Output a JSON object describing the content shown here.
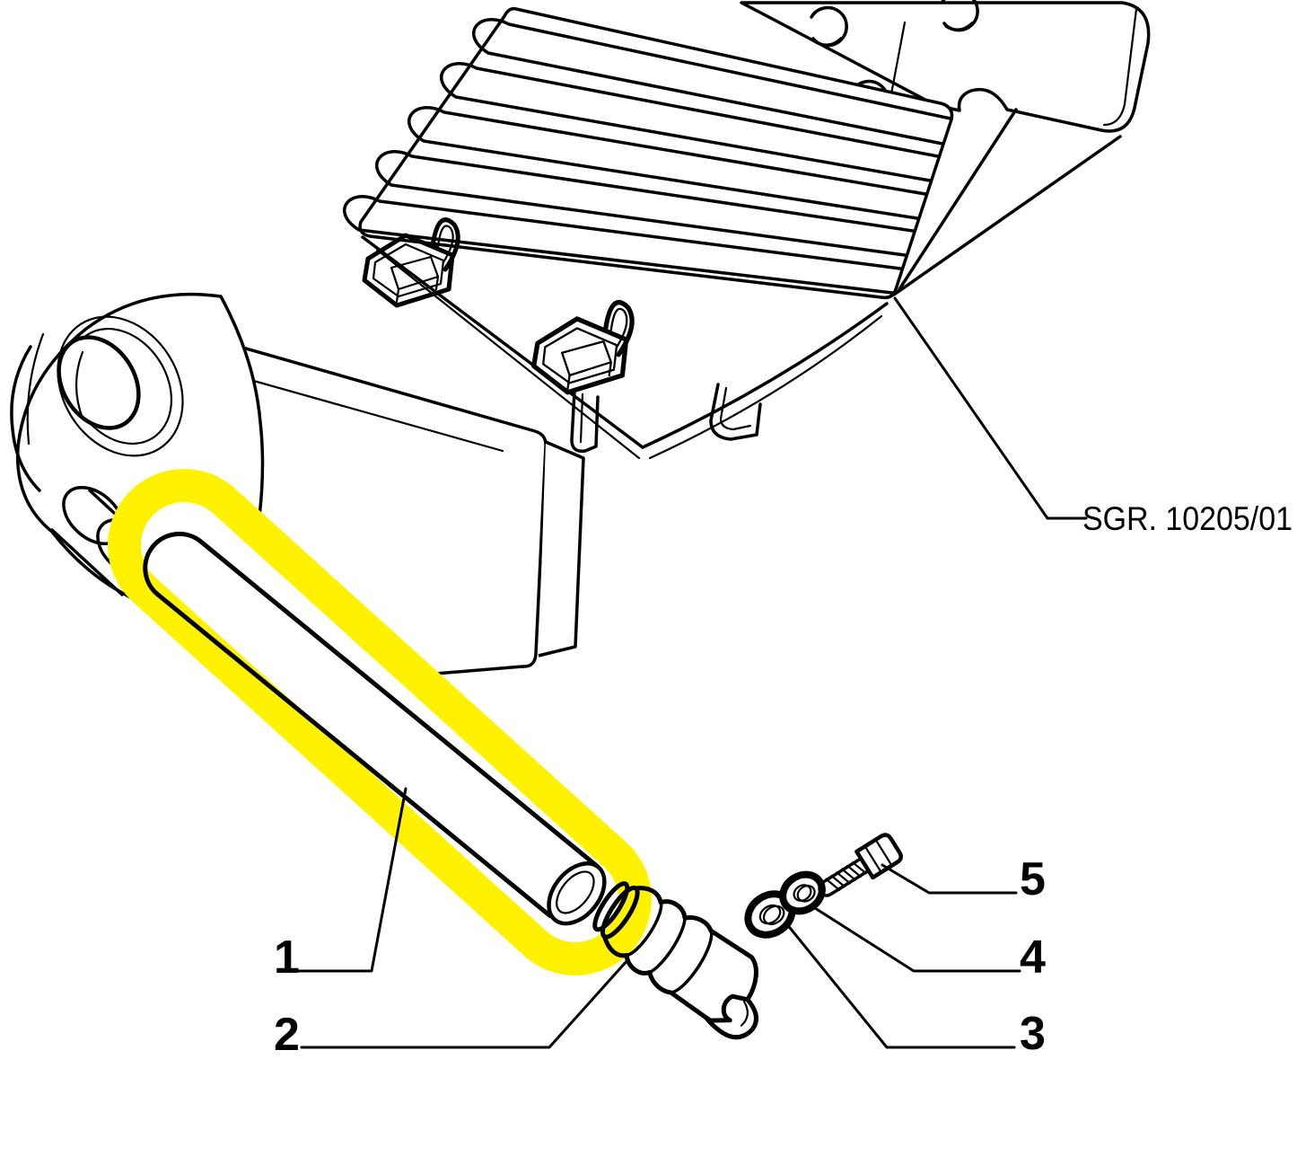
{
  "page": {
    "background_color": "#FFFFFF"
  },
  "diagram": {
    "kind": "exploded-parts-line-drawing",
    "subject": "air cleaner assembly with intake hose, sleeve, washers and bolt",
    "line_color": "#000000",
    "highlight": {
      "color": "#FFF200",
      "shape": "marker-ring",
      "around_callout": "1"
    },
    "reference": {
      "label": "SGR. 10205/01"
    },
    "callouts": [
      {
        "number": "1",
        "part": "intake-hose"
      },
      {
        "number": "2",
        "part": "corrugated-sleeve"
      },
      {
        "number": "3",
        "part": "washer"
      },
      {
        "number": "4",
        "part": "washer"
      },
      {
        "number": "5",
        "part": "bolt"
      }
    ]
  }
}
